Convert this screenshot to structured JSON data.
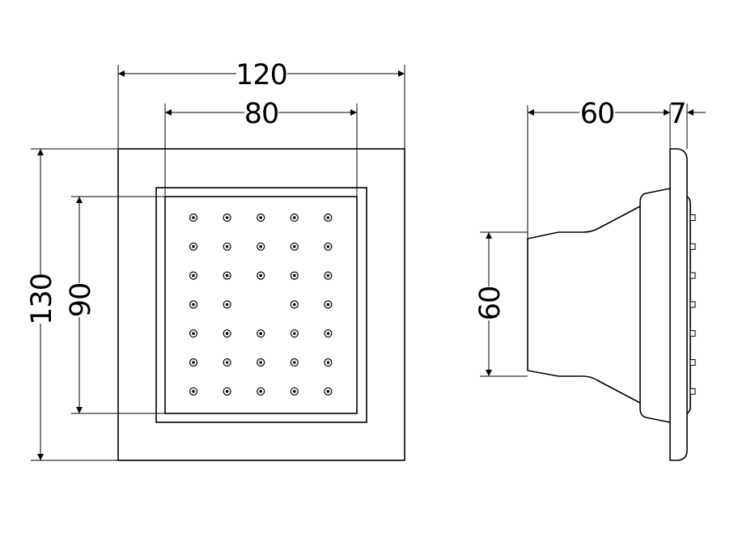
{
  "front_view": {
    "dim_width_outer": "120",
    "dim_width_inner": "80",
    "dim_height_outer": "130",
    "dim_height_inner": "90",
    "nozzle_rows": 7,
    "nozzle_cols": 5
  },
  "side_view": {
    "dim_depth": "60",
    "dim_plate": "7",
    "dim_body_height": "60"
  },
  "colors": {
    "line": "#000000",
    "background": "#ffffff"
  }
}
